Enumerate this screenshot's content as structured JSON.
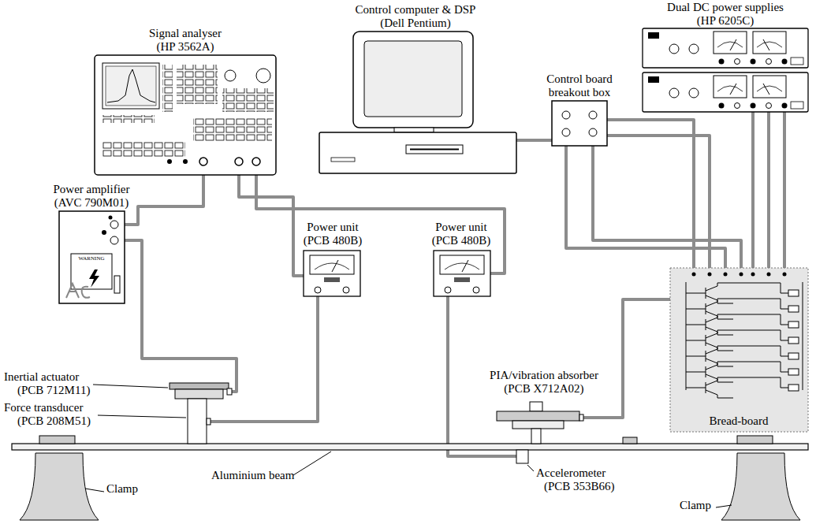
{
  "diagram": {
    "labels": [
      "Control computer & DSP",
      "(Dell Pentium)",
      "Signal analyser",
      "(HP 3562A)",
      "Dual DC power supplies",
      "(HP 6205C)",
      "Control board",
      "breakout box",
      "Power amplifier",
      "(AVC 790M01)",
      "WARNING",
      "Power unit",
      "(PCB 480B)",
      "Power unit",
      "(PCB 480B)",
      "Inertial actuator",
      "(PCB 712M11)",
      "Force transducer",
      "(PCB 208M51)",
      "PIA/vibration absorber",
      "(PCB X712A02)",
      "Bread-board",
      "Aluminium beam",
      "Accelerometer",
      "(PCB 353B66)",
      "Clamp",
      "Clamp"
    ]
  }
}
